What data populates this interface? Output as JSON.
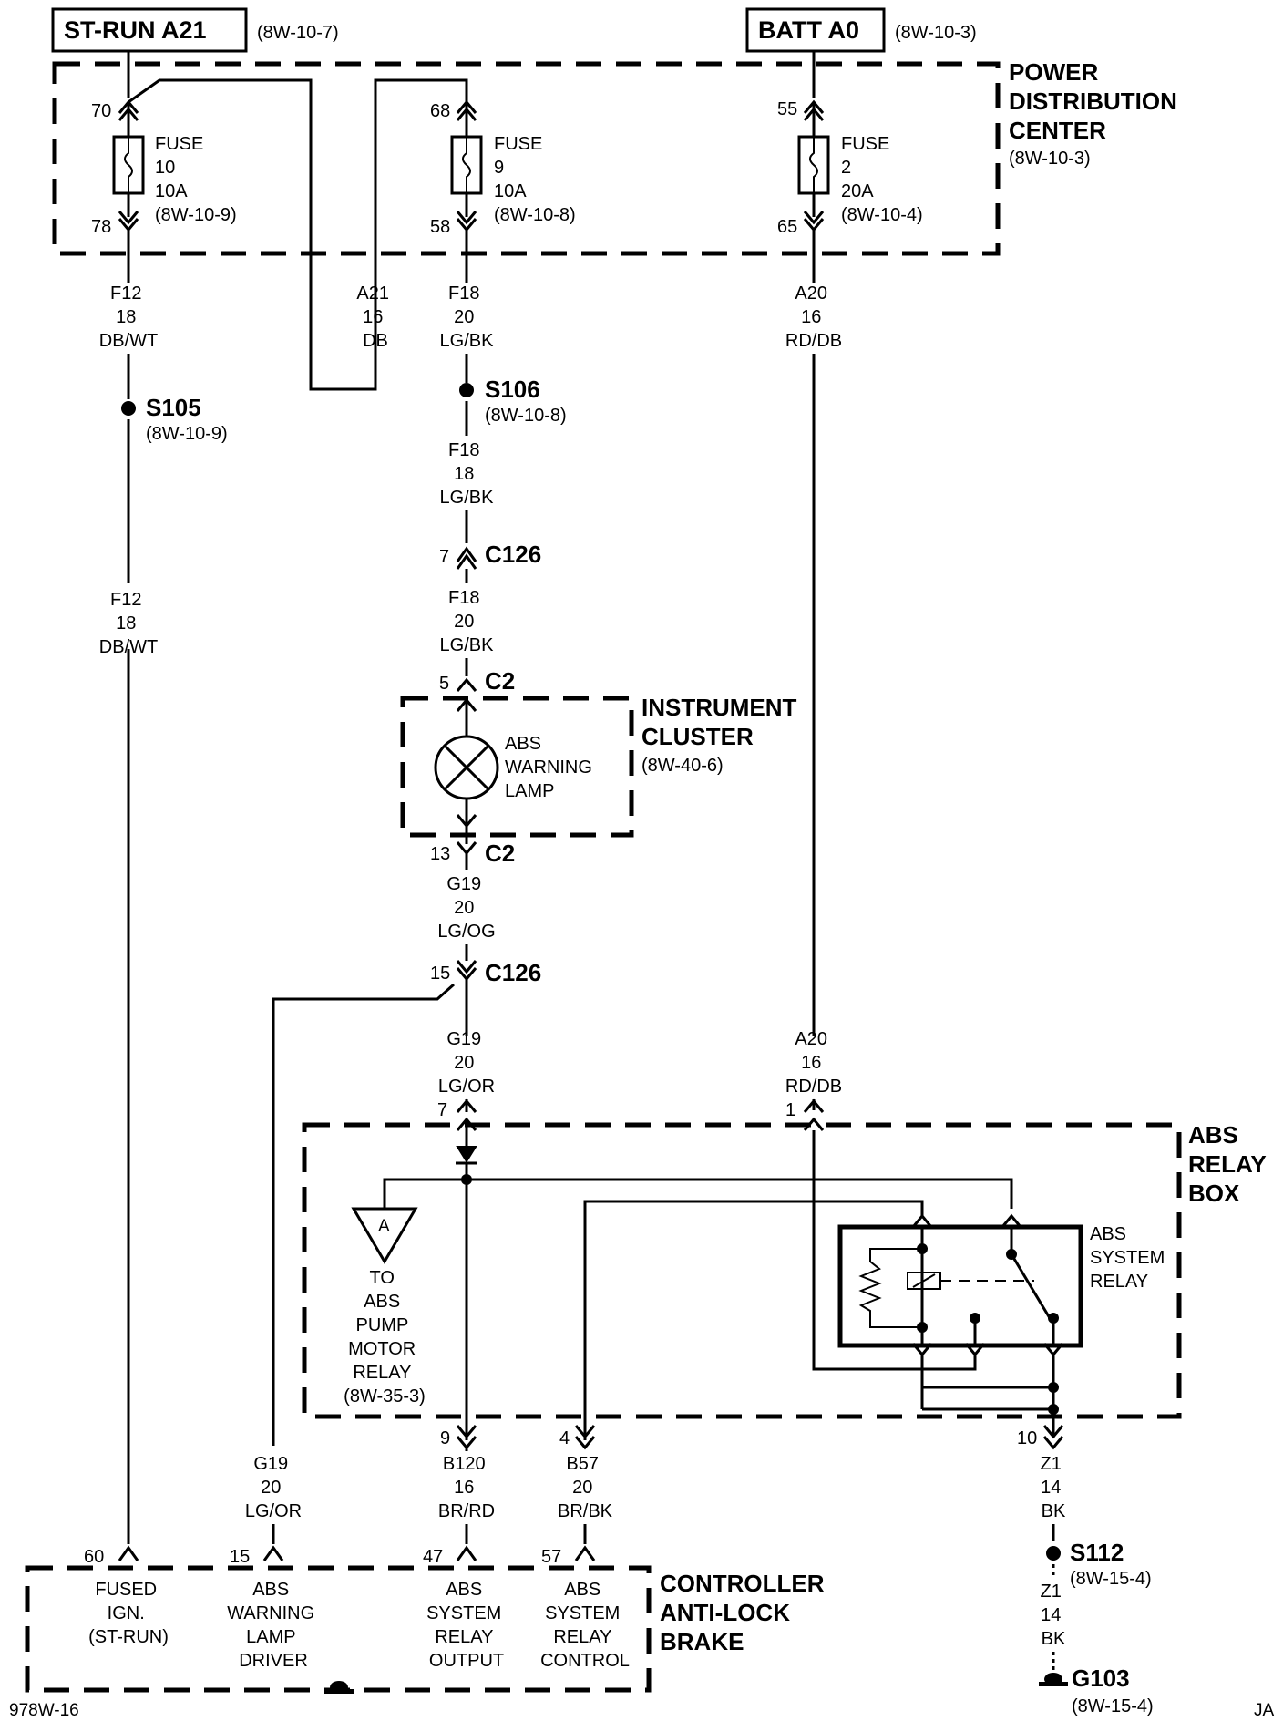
{
  "sources": {
    "st_run": {
      "label": "ST-RUN A21",
      "ref": "(8W-10-7)"
    },
    "batt": {
      "label": "BATT A0",
      "ref": "(8W-10-3)"
    }
  },
  "pdc": {
    "title_lines": [
      "POWER",
      "DISTRIBUTION",
      "CENTER"
    ],
    "ref": "(8W-10-3)",
    "fuses": [
      {
        "pin_in": "70",
        "pin_out": "78",
        "lines": [
          "FUSE",
          "10",
          "10A",
          "(8W-10-9)"
        ]
      },
      {
        "pin_in": "68",
        "pin_out": "58",
        "lines": [
          "FUSE",
          "9",
          "10A",
          "(8W-10-8)"
        ]
      },
      {
        "pin_in": "55",
        "pin_out": "65",
        "lines": [
          "FUSE",
          "2",
          "20A",
          "(8W-10-4)"
        ]
      }
    ]
  },
  "wires": {
    "f12_top": [
      "F12",
      "18",
      "DB/WT"
    ],
    "a21": [
      "A21",
      "16",
      "DB"
    ],
    "f18_top": [
      "F18",
      "20",
      "LG/BK"
    ],
    "a20_top": [
      "A20",
      "16",
      "RD/DB"
    ],
    "f18_mid": [
      "F18",
      "18",
      "LG/BK"
    ],
    "f18_low": [
      "F18",
      "20",
      "LG/BK"
    ],
    "f12_mid": [
      "F12",
      "18",
      "DB/WT"
    ],
    "g19_a": [
      "G19",
      "20",
      "LG/OG"
    ],
    "g19_b": [
      "G19",
      "20",
      "LG/OR"
    ],
    "a20_low": [
      "A20",
      "16",
      "RD/DB"
    ],
    "g19_c": [
      "G19",
      "20",
      "LG/OR"
    ],
    "b120": [
      "B120",
      "16",
      "BR/RD"
    ],
    "b57": [
      "B57",
      "20",
      "BR/BK"
    ],
    "z1_a": [
      "Z1",
      "14",
      "BK"
    ],
    "z1_b": [
      "Z1",
      "14",
      "BK"
    ]
  },
  "splices": {
    "s105": {
      "label": "S105",
      "ref": "(8W-10-9)"
    },
    "s106": {
      "label": "S106",
      "ref": "(8W-10-8)"
    },
    "s112": {
      "label": "S112",
      "ref": "(8W-15-4)"
    }
  },
  "connectors": {
    "c126_top": {
      "label": "C126",
      "pin": "7"
    },
    "c2_top": {
      "label": "C2",
      "pin": "5"
    },
    "c2_bottom": {
      "label": "C2",
      "pin": "13"
    },
    "c126_bottom": {
      "label": "C126",
      "pin": "15"
    },
    "relay_pin_7": "7",
    "relay_pin_1": "1",
    "relay_pin_9": "9",
    "relay_pin_4": "4",
    "relay_pin_10": "10"
  },
  "cluster": {
    "title_lines": [
      "INSTRUMENT",
      "CLUSTER"
    ],
    "ref": "(8W-40-6)",
    "lamp_lines": [
      "ABS",
      "WARNING",
      "LAMP"
    ]
  },
  "relay_box": {
    "title_lines": [
      "ABS",
      "RELAY",
      "BOX"
    ],
    "relay_lines": [
      "ABS",
      "SYSTEM",
      "RELAY"
    ],
    "ref_marker": "A",
    "ref_lines": [
      "TO",
      "ABS",
      "PUMP",
      "MOTOR",
      "RELAY",
      "(8W-35-3)"
    ]
  },
  "controller": {
    "title_lines": [
      "CONTROLLER",
      "ANTI-LOCK",
      "BRAKE"
    ],
    "pins": [
      {
        "pin": "60",
        "lines": [
          "FUSED",
          "IGN.",
          "(ST-RUN)"
        ]
      },
      {
        "pin": "15",
        "lines": [
          "ABS",
          "WARNING",
          "LAMP",
          "DRIVER"
        ]
      },
      {
        "pin": "47",
        "lines": [
          "ABS",
          "SYSTEM",
          "RELAY",
          "OUTPUT"
        ]
      },
      {
        "pin": "57",
        "lines": [
          "ABS",
          "SYSTEM",
          "RELAY",
          "CONTROL"
        ]
      }
    ]
  },
  "ground": {
    "label": "G103",
    "ref": "(8W-15-4)"
  },
  "footer": {
    "left": "978W-16",
    "right": "JA"
  }
}
